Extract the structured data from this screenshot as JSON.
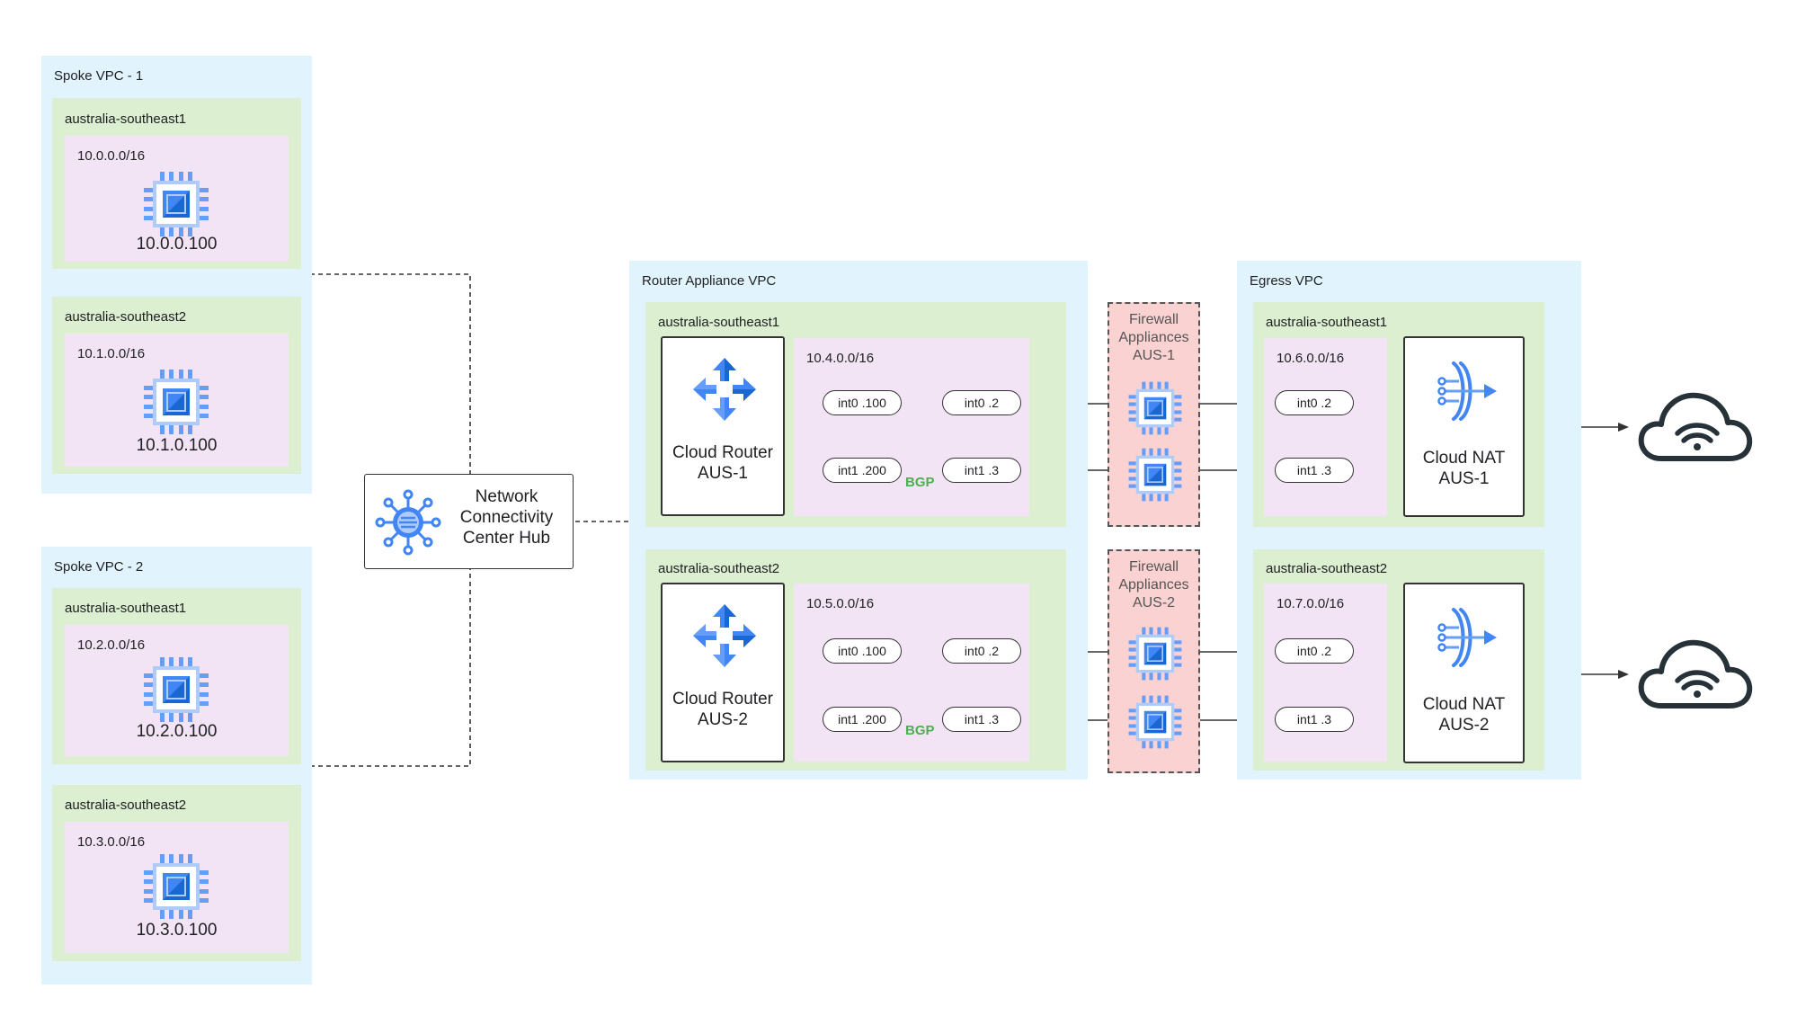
{
  "spoke_vpcs": [
    {
      "title": "Spoke VPC - 1",
      "regions": [
        {
          "name": "australia-southeast1",
          "cidr": "10.0.0.0/16",
          "ip": "10.0.0.100",
          "icon": "compute-engine-icon"
        },
        {
          "name": "australia-southeast2",
          "cidr": "10.1.0.0/16",
          "ip": "10.1.0.100",
          "icon": "compute-engine-icon"
        }
      ]
    },
    {
      "title": "Spoke VPC - 2",
      "regions": [
        {
          "name": "australia-southeast1",
          "cidr": "10.2.0.0/16",
          "ip": "10.2.0.100",
          "icon": "compute-engine-icon"
        },
        {
          "name": "australia-southeast2",
          "cidr": "10.3.0.0/16",
          "ip": "10.3.0.100",
          "icon": "compute-engine-icon"
        }
      ]
    }
  ],
  "hub": {
    "line1": "Network",
    "line2": "Connectivity",
    "line3": "Center Hub",
    "icon": "ncc-hub-icon"
  },
  "router_vpc": {
    "title": "Router Appliance VPC",
    "regions": [
      {
        "name": "australia-southeast1",
        "router_line1": "Cloud Router",
        "router_line2": "AUS-1",
        "cidr": "10.4.0.0/16",
        "left_ifaces": [
          "int0 .100",
          "int1 .200"
        ],
        "right_ifaces": [
          "int0 .2",
          "int1 .3"
        ],
        "bgp": "BGP",
        "icon": "cloud-router-icon"
      },
      {
        "name": "australia-southeast2",
        "router_line1": "Cloud Router",
        "router_line2": "AUS-2",
        "cidr": "10.5.0.0/16",
        "left_ifaces": [
          "int0 .100",
          "int1 .200"
        ],
        "right_ifaces": [
          "int0 .2",
          "int1 .3"
        ],
        "bgp": "BGP",
        "icon": "cloud-router-icon"
      }
    ]
  },
  "firewalls": [
    {
      "line1": "Firewall",
      "line2": "Appliances",
      "line3": "AUS-1"
    },
    {
      "line1": "Firewall",
      "line2": "Appliances",
      "line3": "AUS-2"
    }
  ],
  "egress_vpc": {
    "title": "Egress VPC",
    "regions": [
      {
        "name": "australia-southeast1",
        "cidr": "10.6.0.0/16",
        "ifaces": [
          "int0 .2",
          "int1 .3"
        ],
        "nat_line1": "Cloud NAT",
        "nat_line2": "AUS-1",
        "icon": "cloud-nat-icon"
      },
      {
        "name": "australia-southeast2",
        "cidr": "10.7.0.0/16",
        "ifaces": [
          "int0 .2",
          "int1 .3"
        ],
        "nat_line1": "Cloud NAT",
        "nat_line2": "AUS-2",
        "icon": "cloud-nat-icon"
      }
    ]
  },
  "internet": {
    "icon": "internet-cloud-icon"
  },
  "colors": {
    "vpc": "#e1f3fc",
    "region": "#dcefd0",
    "subnet": "#f3e4f5",
    "firewall": "#fad2d2",
    "gcp_blue": "#4285f4",
    "bgp_green": "#4caf50"
  }
}
